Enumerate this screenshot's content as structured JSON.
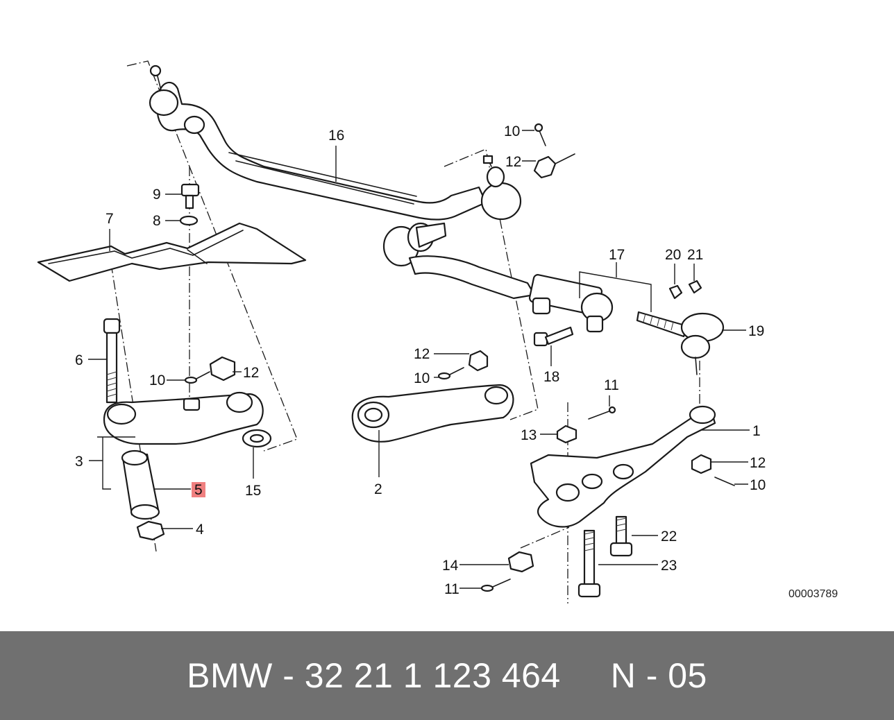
{
  "diagram": {
    "reference_code": "00003789",
    "highlight_color": "#f08080",
    "callouts": {
      "c1": "1",
      "c2": "2",
      "c3": "3",
      "c4": "4",
      "c5": "5",
      "c6": "6",
      "c7": "7",
      "c8": "8",
      "c9": "9",
      "c10a": "10",
      "c10b": "10",
      "c10c": "10",
      "c10d": "10",
      "c11a": "11",
      "c11b": "11",
      "c12a": "12",
      "c12b": "12",
      "c12c": "12",
      "c12d": "12",
      "c13": "13",
      "c14": "14",
      "c15": "15",
      "c16": "16",
      "c17": "17",
      "c18": "18",
      "c19": "19",
      "c20": "20",
      "c21": "21",
      "c22": "22",
      "c23": "23"
    },
    "highlighted_callout": "5"
  },
  "footer": {
    "brand": "BMW",
    "part_number": "32 21 1 123 464",
    "position": "N - 05",
    "background": "#707070"
  }
}
